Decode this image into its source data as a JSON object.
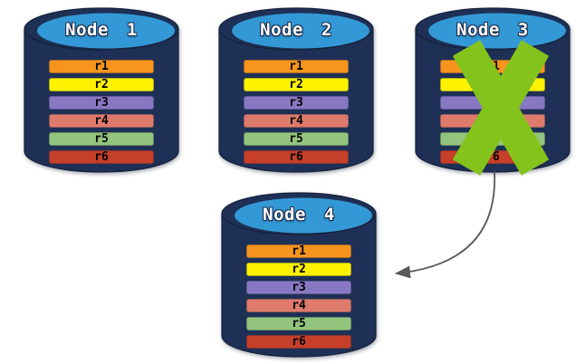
{
  "nodes": [
    {
      "title": "Node 1",
      "failed": false
    },
    {
      "title": "Node 2",
      "failed": false
    },
    {
      "title": "Node 3",
      "failed": true
    },
    {
      "title": "Node 4",
      "failed": false
    }
  ],
  "replicas": [
    {
      "label": "r1",
      "color": "#F7941D"
    },
    {
      "label": "r2",
      "color": "#FFF200"
    },
    {
      "label": "r3",
      "color": "#8878C3"
    },
    {
      "label": "r4",
      "color": "#DE7B6C"
    },
    {
      "label": "r5",
      "color": "#93C47D"
    },
    {
      "label": "r6",
      "color": "#C63F28"
    }
  ],
  "colors": {
    "cylinder_body": "#1E3055",
    "cylinder_outline": "#14213A",
    "cylinder_top": "#3399D6",
    "failure_x": "#84C31C",
    "arrow": "#595959"
  },
  "icons": {
    "failure": "x-mark",
    "replication": "curved-arrow"
  }
}
